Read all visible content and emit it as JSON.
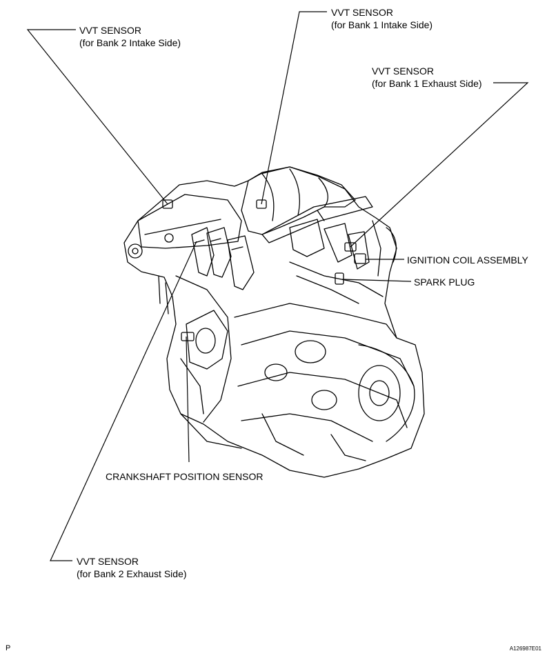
{
  "labels": {
    "vvt_b2_intake": {
      "title": "VVT SENSOR",
      "sub": "(for Bank 2 Intake Side)"
    },
    "vvt_b1_intake": {
      "title": "VVT SENSOR",
      "sub": "(for Bank 1 Intake Side)"
    },
    "vvt_b1_exhaust": {
      "title": "VVT SENSOR",
      "sub": "(for Bank 1 Exhaust Side)"
    },
    "ignition_coil": "IGNITION COIL ASSEMBLY",
    "spark_plug": "SPARK PLUG",
    "crankshaft_sensor": "CRANKSHAFT POSITION SENSOR",
    "vvt_b2_exhaust": {
      "title": "VVT SENSOR",
      "sub": "(for Bank 2 Exhaust Side)"
    }
  },
  "footer": {
    "left": "P",
    "right": "A126987E01"
  },
  "colors": {
    "line": "#000000",
    "background": "#ffffff"
  }
}
